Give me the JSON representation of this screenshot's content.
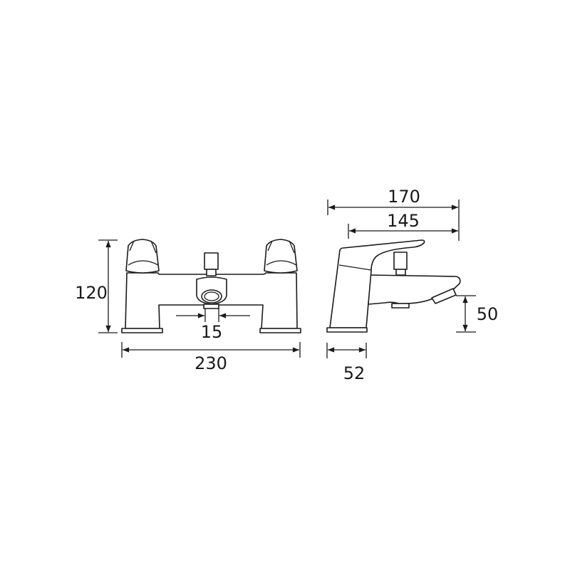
{
  "dimensions": {
    "front_height": "120",
    "front_width": "230",
    "outlet_diameter": "15",
    "side_depth_overall": "170",
    "side_spout_reach": "145",
    "side_spout_height": "50",
    "side_base_depth": "52"
  },
  "colors": {
    "line": "#1a1a1a",
    "background": "#ffffff"
  }
}
